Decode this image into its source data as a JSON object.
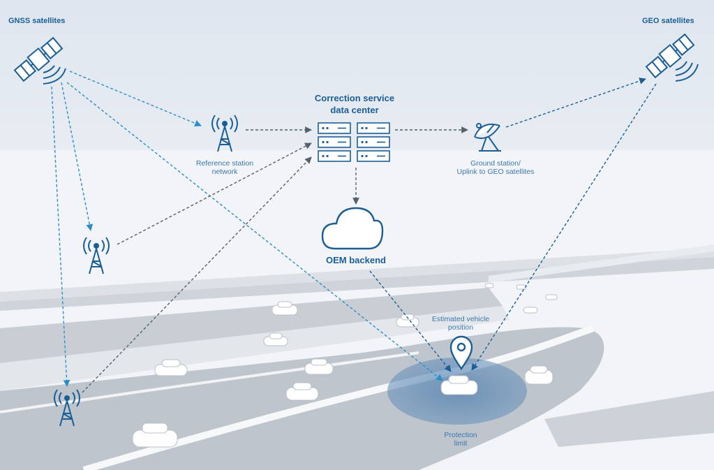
{
  "labels": {
    "gnss_satellites": "GNSS satellites",
    "geo_satellites": "GEO satellites",
    "data_center_line1": "Correction service",
    "data_center_line2": "data center",
    "reference_line1": "Reference station",
    "reference_line2": "network",
    "ground_line1": "Ground station/",
    "ground_line2": "Uplink to GEO satellites",
    "oem_backend": "OEM backend",
    "estimated_line1": "Estimated vehicle",
    "estimated_line2": "position",
    "protection_line1": "Protection",
    "protection_line2": "limit"
  },
  "icons": {
    "gnss_satellite": "satellite-icon",
    "geo_satellite": "satellite-icon",
    "reference_station": "radio-tower-icon",
    "relay_tower": "radio-tower-icon",
    "ground_tower": "radio-tower-icon",
    "server_rack": "server-rack-icon",
    "ground_station": "satellite-dish-icon",
    "cloud": "cloud-icon",
    "location_pin": "location-pin-icon",
    "vehicle": "car-icon"
  },
  "colors": {
    "accent": "#1b5e96",
    "link_arrow_blue": "#2a8fc8",
    "link_arrow_dark": "#55606b",
    "protection_zone": "#6b93bb"
  }
}
